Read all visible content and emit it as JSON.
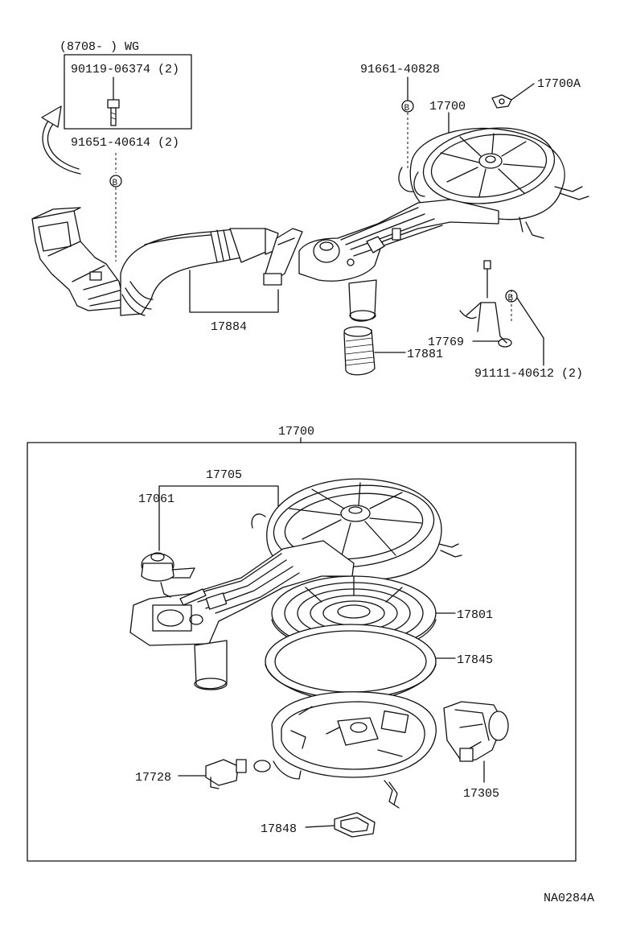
{
  "callouts": {
    "prod_range": "(8708-        ) WG",
    "bolt_90119": "90119-06374 (2)",
    "clamp_91651": "91651-40614 (2)",
    "bolt_91661": "91661-40828",
    "num_17700_top": "17700",
    "num_17700a": "17700A",
    "num_17884": "17884",
    "num_17881": "17881",
    "num_17769": "17769",
    "bolt_91111": "91111-40612 (2)",
    "num_17700_box": "17700",
    "num_17705": "17705",
    "num_17061": "17061",
    "num_17801": "17801",
    "num_17845": "17845",
    "num_17728": "17728",
    "num_17305": "17305",
    "num_17848": "17848",
    "ref_marker": "B",
    "figure_id": "NA0284A"
  }
}
